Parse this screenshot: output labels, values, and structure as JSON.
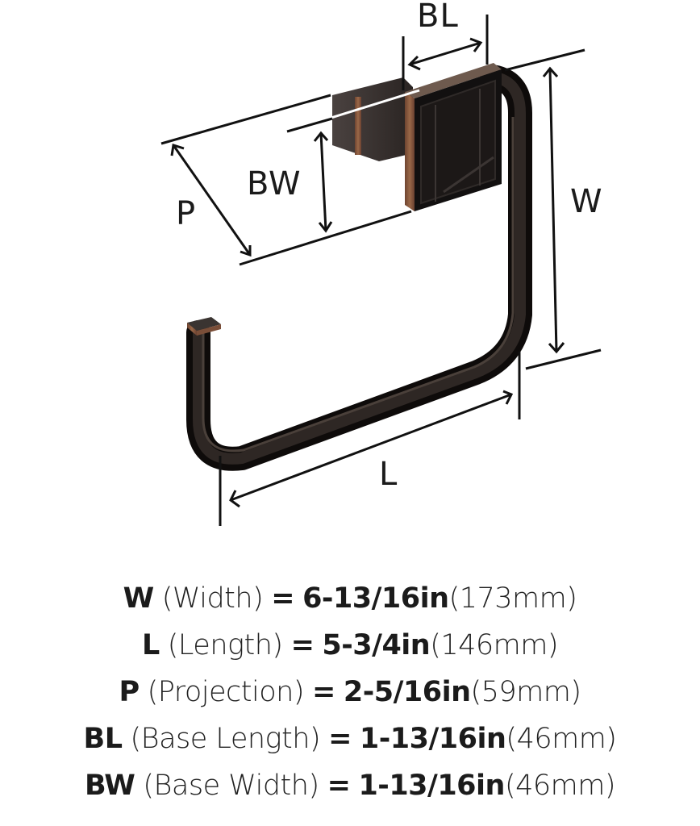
{
  "diagram": {
    "subject": "Square towel ring with mounting base",
    "finish_colors": {
      "body": "#1a1614",
      "bronze_edge": "#8a5a40",
      "highlight": "#4a403a"
    },
    "dimension_labels": {
      "BL": "BL",
      "BW": "BW",
      "P": "P",
      "W": "W",
      "L": "L"
    }
  },
  "specs": [
    {
      "code": "W",
      "name": "(Width)",
      "eq": "=",
      "inches": "6-13/16in",
      "mm": "(173mm)"
    },
    {
      "code": "L",
      "name": "(Length)",
      "eq": "=",
      "inches": "5-3/4in",
      "mm": "(146mm)"
    },
    {
      "code": "P",
      "name": "(Projection)",
      "eq": "=",
      "inches": "2-5/16in",
      "mm": "(59mm)"
    },
    {
      "code": "BL",
      "name": "(Base Length)",
      "eq": "=",
      "inches": "1-13/16in",
      "mm": "(46mm)"
    },
    {
      "code": "BW",
      "name": "(Base Width)",
      "eq": "=",
      "inches": "1-13/16in",
      "mm": "(46mm)"
    }
  ]
}
